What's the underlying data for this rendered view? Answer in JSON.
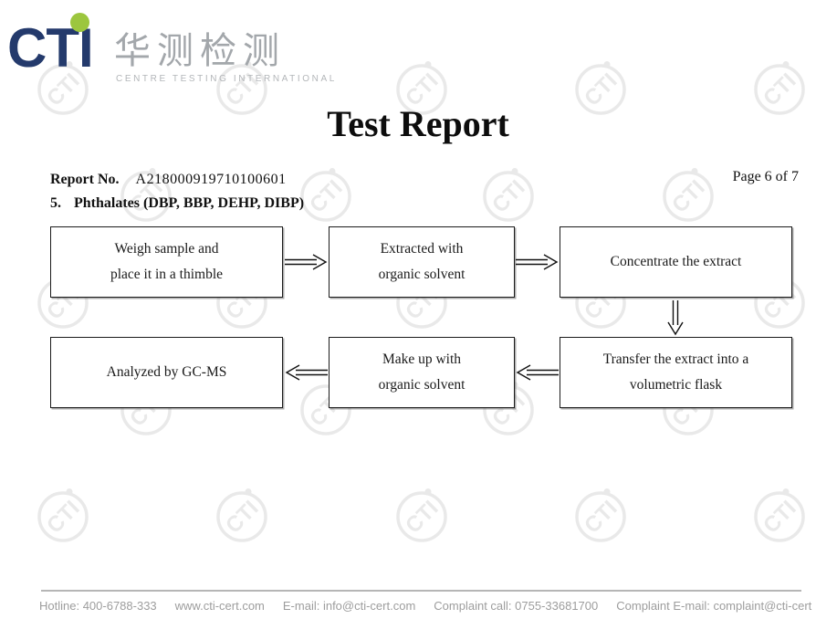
{
  "header": {
    "logo": {
      "acronym": "CTI",
      "chinese_name": "华测检测",
      "subtitle": "CENTRE TESTING INTERNATIONAL"
    },
    "title": "Test Report",
    "report_no_label": "Report No.",
    "report_no_value": "A218000919710100601",
    "page_label": "Page 6 of 7",
    "section_number": "5.",
    "section_title": "Phthalates (DBP, BBP, DEHP, DIBP)"
  },
  "flowchart": {
    "steps": [
      {
        "lines": [
          "Weigh sample and",
          "place it in a thimble"
        ]
      },
      {
        "lines": [
          "Extracted with",
          "organic solvent"
        ]
      },
      {
        "lines": [
          "Concentrate the extract"
        ]
      },
      {
        "lines": [
          "Transfer the extract into a",
          "volumetric flask"
        ]
      },
      {
        "lines": [
          "Make up with",
          "organic solvent"
        ]
      },
      {
        "lines": [
          "Analyzed by GC-MS"
        ]
      }
    ]
  },
  "footer": {
    "items": [
      "Hotline: 400-6788-333",
      "www.cti-cert.com",
      "E-mail: info@cti-cert.com",
      "Complaint call: 0755-33681700",
      "Complaint E-mail: complaint@cti-cert"
    ]
  },
  "watermark": {
    "text": "CTI"
  },
  "colors": {
    "logo_navy": "#243a6c",
    "logo_green": "#9cc63e",
    "logo_gray": "#a3a7ab",
    "watermark_gray": "#e9e9e9",
    "footer_gray": "#9d9d9d",
    "line_black": "#1b1b1b"
  }
}
